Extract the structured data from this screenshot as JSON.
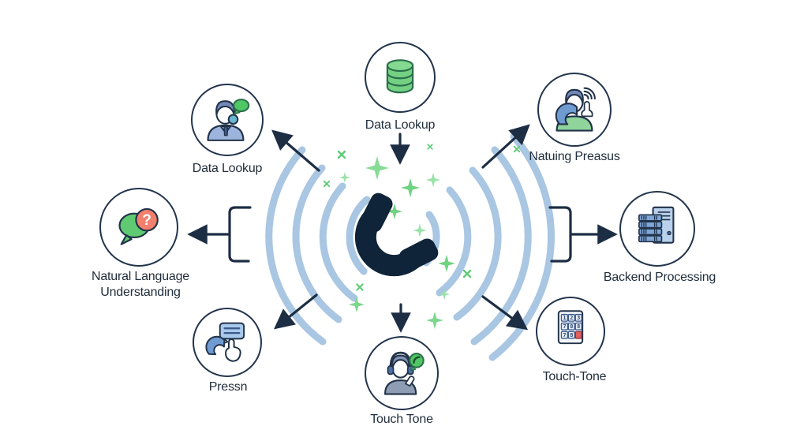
{
  "nodes": [
    {
      "id": "data-lookup-top",
      "label": "Data Lookup",
      "icon": "database-icon"
    },
    {
      "id": "data-lookup-upper-left",
      "label": "Data Lookup",
      "icon": "person-speech-icon"
    },
    {
      "id": "natural-language-understanding",
      "label": "Natural Language Understanding",
      "label_lines": [
        "Natural Language",
        "Understanding"
      ],
      "icon": "chat-question-icon"
    },
    {
      "id": "press",
      "label": "Pressn",
      "icon": "phone-hand-icon"
    },
    {
      "id": "touch-tone-bottom",
      "label": "Touch Tone",
      "icon": "agent-headset-icon"
    },
    {
      "id": "touch-tone-right",
      "label": "Touch-Tone",
      "icon": "keypad-icon"
    },
    {
      "id": "backend-processing",
      "label": "Backend Processing",
      "icon": "server-stack-icon"
    },
    {
      "id": "natuing-preasus",
      "label": "Natuing Preasus",
      "icon": "person-call-icon"
    }
  ],
  "center": {
    "icon": "phone-handset-icon",
    "decor": [
      "sound-waves",
      "sparkles"
    ]
  },
  "icons": {
    "keypad_rows": [
      [
        "1",
        "2",
        "3"
      ],
      [
        "7",
        "8",
        "8"
      ],
      [
        "7",
        "8",
        ""
      ]
    ],
    "nlu_question_mark": "?"
  },
  "colors": {
    "outline_navy": "#22344c",
    "phone_dark_navy": "#0f2439",
    "wave_light_blue": "#a9c6e2",
    "green_bubble": "#4fc764",
    "sparkle_green": "#6fd381",
    "coral_red": "#f37f6d",
    "keypad_red": "#e2605e",
    "icon_blue": "#7fa8d9",
    "suit_blue": "#9db4dc"
  }
}
